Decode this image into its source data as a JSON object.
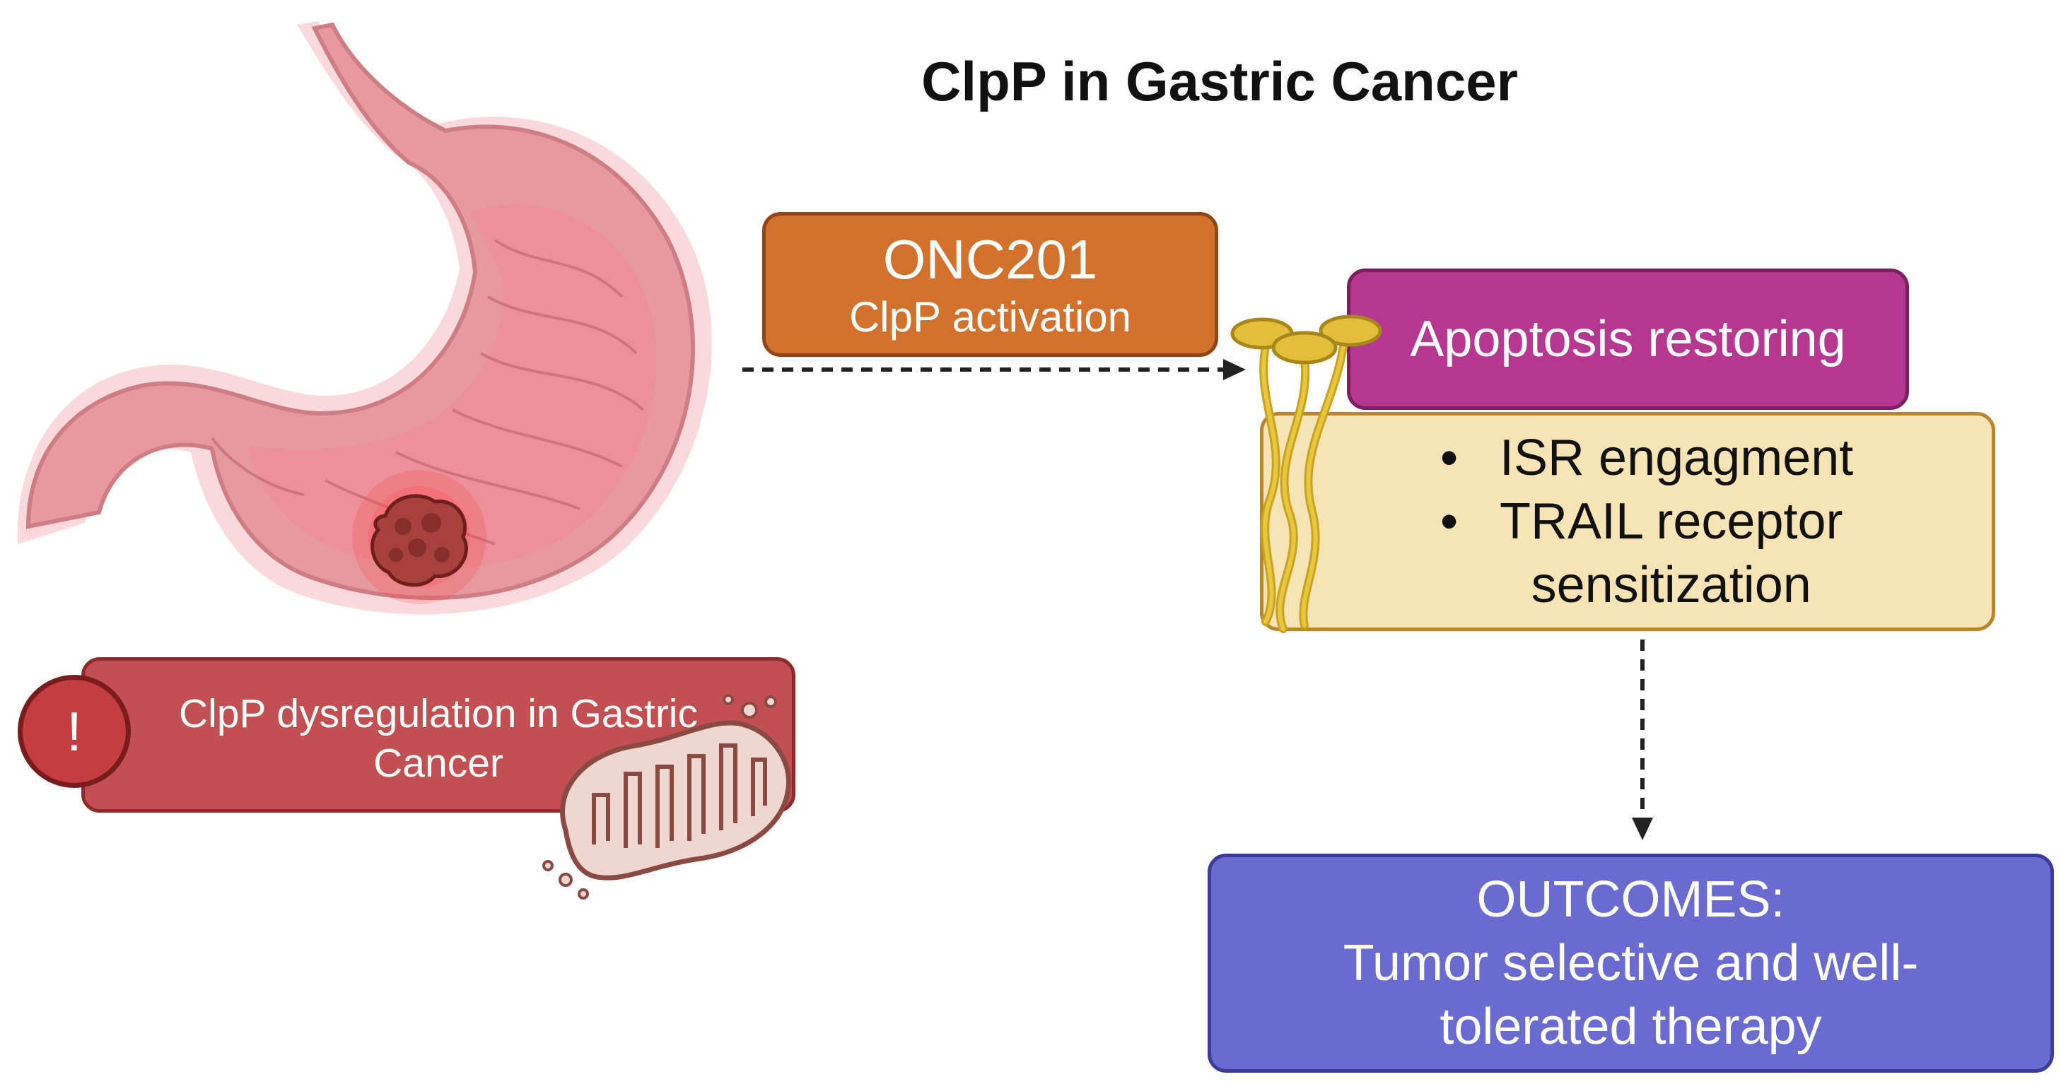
{
  "title": "ClpP in Gastric Cancer",
  "onc": {
    "title": "ONC201",
    "subtitle": "ClpP activation"
  },
  "apoptosis": {
    "label": "Apoptosis restoring"
  },
  "mechanisms": {
    "bullet": "•",
    "items": [
      {
        "line1": "ISR engagment",
        "line2": ""
      },
      {
        "line1": "TRAIL receptor",
        "line2": "sensitization"
      }
    ]
  },
  "outcomes": {
    "heading": "OUTCOMES:",
    "line1": "Tumor selective and well-",
    "line2": "tolerated therapy"
  },
  "dysregulation": {
    "icon": "!",
    "line1": "ClpP dysregulation in Gastric",
    "line2": "Cancer"
  },
  "icons": {
    "stomach": "stomach-icon",
    "tumor": "tumor-icon",
    "mitochondrion": "damaged-mitochondrion-icon",
    "receptor": "trail-receptor-icon",
    "warning": "warning-icon"
  },
  "colors": {
    "onc": "#d2702e",
    "apoptosis": "#b5378f",
    "mechanisms": "#f6e4b7",
    "outcomes": "#6a6ad0",
    "dysregulation": "#c24f52",
    "stomach": "#e59a9f"
  }
}
